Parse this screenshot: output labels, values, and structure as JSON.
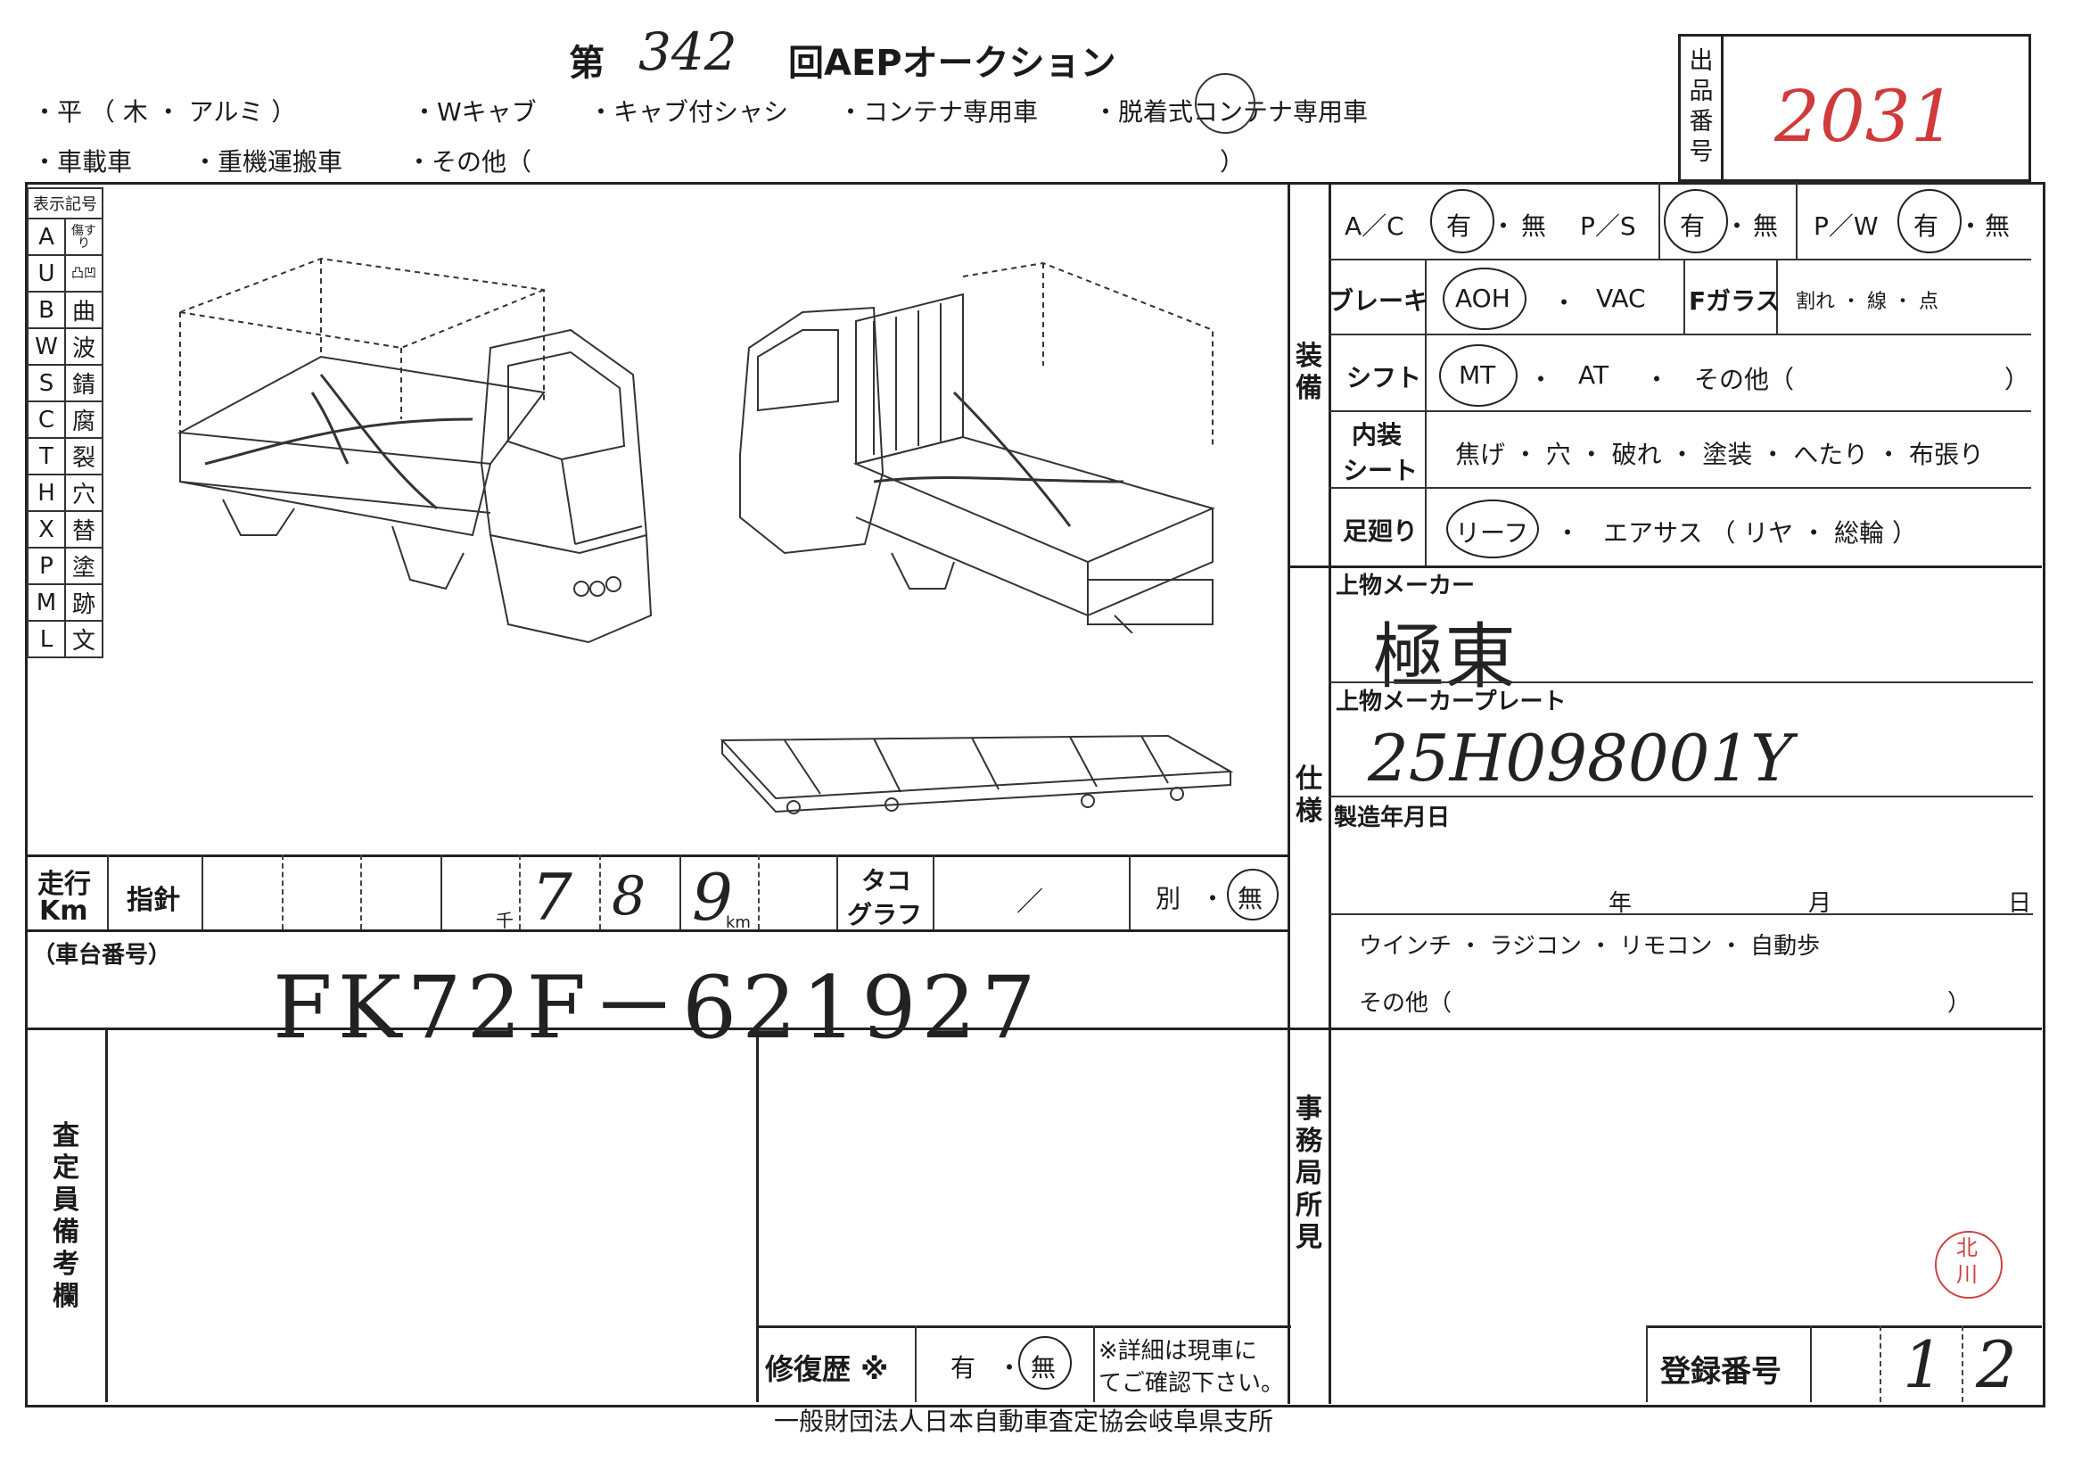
{
  "header": {
    "title_prefix": "第",
    "round_number": "342",
    "title_suffix": "回AEPオークション",
    "row1": [
      "・平 （ 木 ・ アルミ ）",
      "・Wキャブ",
      "・キャブ付シャシ",
      "・コンテナ専用車",
      "・脱着式コンテナ専用車"
    ],
    "row2": [
      "・車載車",
      "・重機運搬車",
      "・その他（",
      "）"
    ],
    "lot_label": "出品番号",
    "lot_number": "2031"
  },
  "legend": {
    "title": "表示記号",
    "items": [
      {
        "code": "A",
        "meaning": "傷すり"
      },
      {
        "code": "U",
        "meaning": "凸凹"
      },
      {
        "code": "B",
        "meaning": "曲"
      },
      {
        "code": "W",
        "meaning": "波"
      },
      {
        "code": "S",
        "meaning": "錆"
      },
      {
        "code": "C",
        "meaning": "腐"
      },
      {
        "code": "T",
        "meaning": "裂"
      },
      {
        "code": "H",
        "meaning": "穴"
      },
      {
        "code": "X",
        "meaning": "替"
      },
      {
        "code": "P",
        "meaning": "塗"
      },
      {
        "code": "M",
        "meaning": "跡"
      },
      {
        "code": "L",
        "meaning": "文"
      }
    ]
  },
  "equipment": {
    "section_label": "装備",
    "ac": {
      "label": "A／C",
      "yes": "有",
      "dot": "・",
      "no": "無"
    },
    "ps": {
      "label": "P／S",
      "yes": "有",
      "dot": "・",
      "no": "無"
    },
    "pw": {
      "label": "P／W",
      "yes": "有",
      "dot": "・",
      "no": "無"
    },
    "brake": {
      "label": "ブレーキ",
      "opt1": "AOH",
      "dot": "・",
      "opt2": "VAC"
    },
    "glass": {
      "label": "Fガラス",
      "options": "割れ ・ 線 ・ 点"
    },
    "shift": {
      "label": "シフト",
      "opt1": "MT",
      "opt2": "AT",
      "opt3": "その他（",
      "close": "）",
      "dot": "・"
    },
    "interior": {
      "label_line1": "内装",
      "label_line2": "シート",
      "options": "焦げ ・ 穴 ・ 破れ ・ 塗装 ・ へたり ・ 布張り"
    },
    "suspension": {
      "label": "足廻り",
      "opt1": "リーフ",
      "dot": "・",
      "opt2": "エアサス （ リヤ ・ 総輪 ）"
    }
  },
  "spec": {
    "section_label": "仕様",
    "maker_label": "上物メーカー",
    "maker_value": "極東",
    "plate_label": "上物メーカープレート",
    "plate_value": "25H098001Y",
    "mfg_label": "製造年月日",
    "year": "年",
    "month": "月",
    "day": "日",
    "extras": "ウインチ ・ ラジコン ・ リモコン ・ 自動歩",
    "others": "その他（",
    "others_close": "）"
  },
  "odometer": {
    "label_line1": "走行",
    "label_line2": "Km",
    "needle_label": "指針",
    "thousand": "千",
    "digits": [
      "7",
      "8",
      "9"
    ],
    "km": "km",
    "tacho_line1": "タコ",
    "tacho_line2": "グラフ",
    "tacho_value": "／",
    "separate": "別",
    "dot": "・",
    "none": "無"
  },
  "chassis": {
    "label": "（車台番号）",
    "value": "FK72F－621927"
  },
  "remarks": {
    "inspector_label": "査定員備考欄",
    "office_label": "事務局所見",
    "repair_label": "修復歴 ※",
    "repair_yes": "有",
    "repair_dot": "・",
    "repair_no": "無",
    "repair_note_line1": "※詳細は現車に",
    "repair_note_line2": "てご確認下さい。",
    "reg_label": "登録番号",
    "reg_digits": [
      "1",
      "2"
    ],
    "stamp": "北川"
  },
  "footer": {
    "org": "一般財団法人日本自動車査定協会岐阜県支所"
  }
}
